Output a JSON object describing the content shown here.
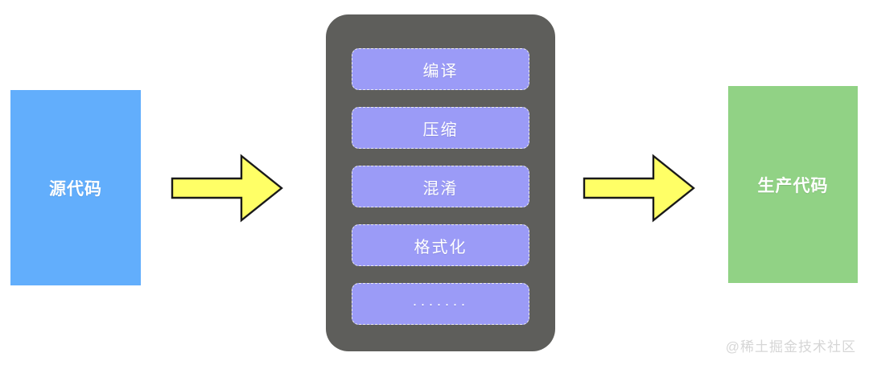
{
  "diagram": {
    "title": "source-code to production-code build pipeline",
    "source": {
      "label": "源代码",
      "color": "#62aefc"
    },
    "output": {
      "label": "生产代码",
      "color": "#91d285"
    },
    "pipeline": {
      "container_color": "#5e5e5b",
      "step_color": "#9b9bf7",
      "step_border_color": "#e9e9f3",
      "steps": [
        {
          "label": "编译"
        },
        {
          "label": "压缩"
        },
        {
          "label": "混淆"
        },
        {
          "label": "格式化"
        },
        {
          "label": "·······"
        }
      ]
    },
    "arrows": [
      {
        "name": "arrow-source-to-pipeline",
        "direction": "right",
        "fill": "#ffff66",
        "stroke": "#1a1a1a"
      },
      {
        "name": "arrow-pipeline-to-output",
        "direction": "right",
        "fill": "#ffff66",
        "stroke": "#1a1a1a"
      }
    ],
    "watermark": {
      "text": "@稀土掘金技术社区",
      "color": "#d6d6d6"
    }
  }
}
